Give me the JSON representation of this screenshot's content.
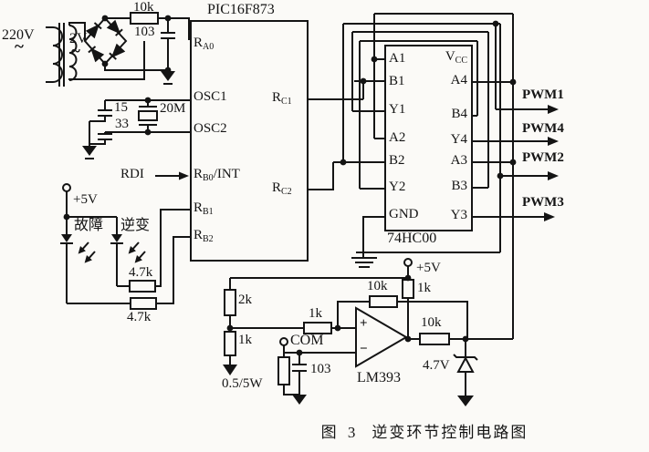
{
  "power": {
    "primary": "220V",
    "primary_ac": "~",
    "secondary": "2V",
    "secondary_ac": "~",
    "series_resistor": "10k",
    "filter_cap": "103"
  },
  "oscillator": {
    "cap_top": "15",
    "cap_bottom": "33",
    "crystal": "20M"
  },
  "pic": {
    "title": "PIC16F873",
    "rdi": "RDI",
    "pins": {
      "ra0": {
        "b": "R",
        "s": "A0"
      },
      "osc1": "OSC1",
      "osc2": "OSC2",
      "rb0": {
        "b": "R",
        "s": "B0",
        "x": "/INT"
      },
      "rb1": {
        "b": "R",
        "s": "B1"
      },
      "rb2": {
        "b": "R",
        "s": "B2"
      },
      "rc1": {
        "b": "R",
        "s": "C1"
      },
      "rc2": {
        "b": "R",
        "s": "C2"
      }
    }
  },
  "leds": {
    "supply": "+5V",
    "fault": "故障",
    "invert": "逆变",
    "fault_resistor": "4.7k",
    "invert_resistor": "4.7k"
  },
  "gate": {
    "title": "74HC00",
    "pins": {
      "a1": "A1",
      "b1": "B1",
      "y1": "Y1",
      "a2": "A2",
      "b2": "B2",
      "y2": "Y2",
      "gnd": "GND",
      "vcc": {
        "b": "V",
        "s": "CC"
      },
      "a4": "A4",
      "b4": "B4",
      "y4": "Y4",
      "a3": "A3",
      "b3": "B3",
      "y3": "Y3"
    }
  },
  "pwm": {
    "p1": "PWM1",
    "p4": "PWM4",
    "p2": "PWM2",
    "p3": "PWM3"
  },
  "comparator": {
    "title": "LM393",
    "supply": "+5V",
    "pullup": "1k",
    "feedback": "10k",
    "divider_top": "2k",
    "divider_bottom": "1k",
    "series": "1k",
    "output": "10k",
    "com": "COM",
    "cap": "103",
    "shunt": "0.5/5W",
    "zener": "4.7V",
    "plus": "+",
    "minus": "−"
  },
  "caption": {
    "figure": "图 3",
    "title": "逆变环节控制电路图"
  },
  "colors": {
    "ink": "#141414",
    "paper": "#fbfaf7"
  }
}
